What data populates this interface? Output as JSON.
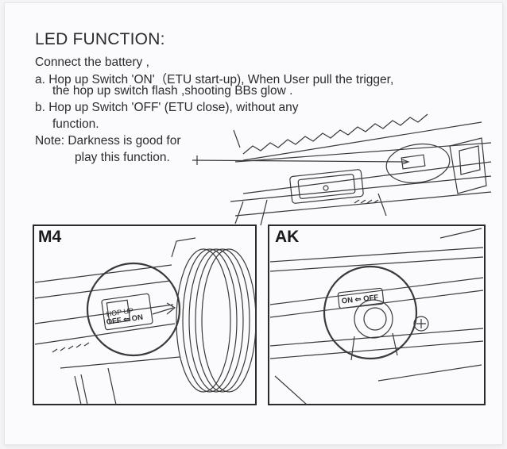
{
  "instructions": {
    "title": "LED FUNCTION:",
    "lines": [
      "Connect the battery ,",
      "a. Hop up Switch 'ON'（ETU start-up),  When User pull the trigger,",
      "the hop up switch flash ,shooting BBs glow .",
      "b. Hop up Switch 'OFF' (ETU close), without any",
      "function.",
      "Note: Darkness is good for",
      "play this function."
    ]
  },
  "panels": {
    "m4": {
      "label": "M4",
      "switch_text": "OFF ⇐ ON",
      "hopup_text": "HOP UP"
    },
    "ak": {
      "label": "AK",
      "switch_text": "ON ⇐ OFF"
    }
  }
}
